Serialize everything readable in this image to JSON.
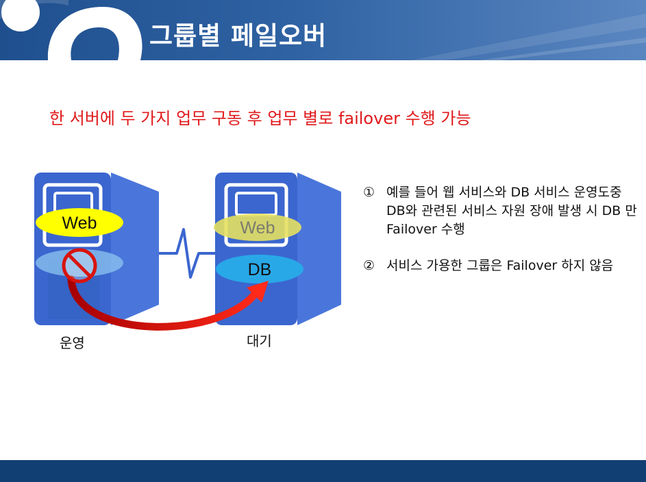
{
  "slide": {
    "title": "그룹별 페일오버",
    "subtitle": "한 서버에 두 가지 업무 구동 후 업무 별로 failover 수행 가능"
  },
  "diagram": {
    "active_server": {
      "label": "운영",
      "web_label": "Web"
    },
    "standby_server": {
      "label": "대기",
      "web_label": "Web",
      "db_label": "DB"
    },
    "colors": {
      "server_body": "#3b66cf",
      "server_side": "#4a76db",
      "web_ellipse": "#ffff00",
      "db_ellipse": "#29a8e8",
      "arrow": "#d8140e",
      "link": "#3b66cf"
    },
    "icons": [
      "prohibited-icon",
      "failover-arrow",
      "network-link"
    ]
  },
  "notes": [
    {
      "marker": "①",
      "text": "예를 들어 웹 서비스와 DB 서비스 운영도중 DB와 관련된 서비스 자원 장애 발생 시 DB 만 Failover 수행"
    },
    {
      "marker": "②",
      "text": "서비스 가용한 그룹은 Failover 하지 않음"
    }
  ]
}
